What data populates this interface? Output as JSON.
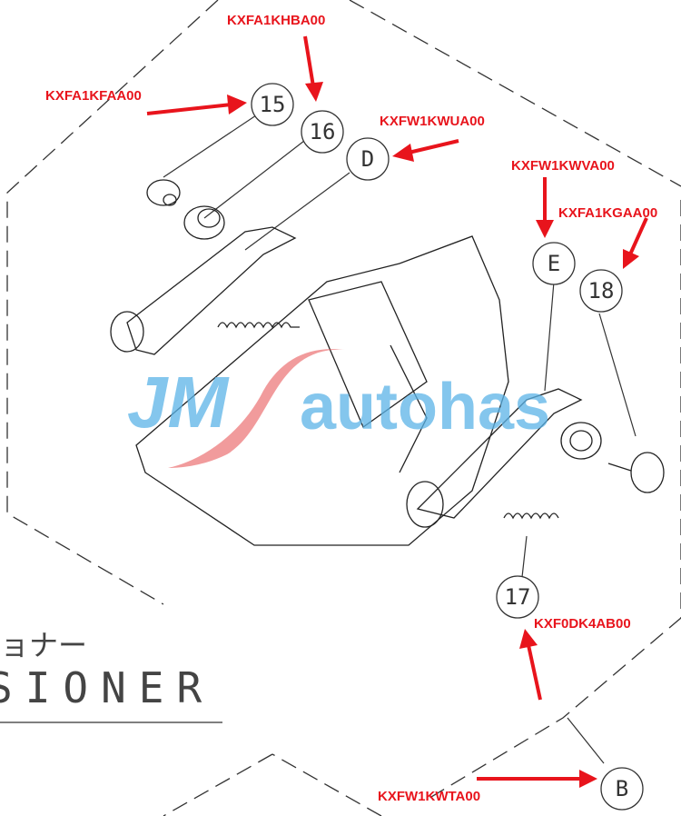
{
  "part_numbers": {
    "p15": "KXFA1KFAA00",
    "p16": "KXFA1KHBA00",
    "pD": "KXFW1KWUA00",
    "pE": "KXFW1KWVA00",
    "p18": "KXFA1KGAA00",
    "p17": "KXF0DK4AB00",
    "pB": "KXFW1KWTA00"
  },
  "callouts": {
    "c15": "15",
    "c16": "16",
    "cD": "D",
    "cE": "E",
    "c18": "18",
    "c17": "17",
    "cB": "B"
  },
  "title": {
    "jp": "ョナー",
    "en": "SIONER"
  },
  "watermark": {
    "text": "JMS autohas"
  },
  "colors": {
    "arrow": "#e8141c",
    "watermark_blue": "#5bb4e8",
    "watermark_red": "#e8585a"
  }
}
